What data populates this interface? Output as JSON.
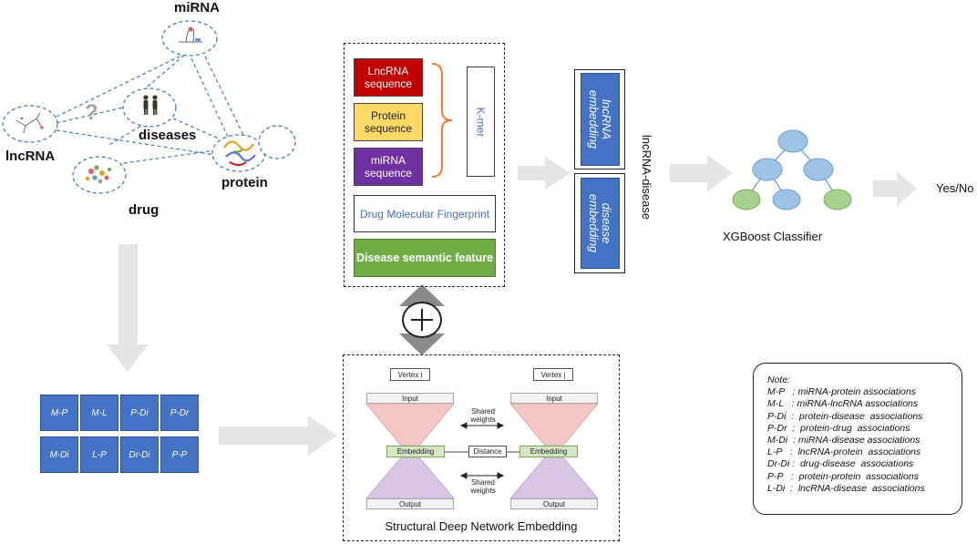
{
  "network": {
    "mirna": "miRNA",
    "lncrna": "lncRNA",
    "diseases": "diseases",
    "protein": "protein",
    "drug": "drug",
    "question": "?"
  },
  "features": {
    "lncrna_seq": "LncRNA sequence",
    "protein_seq": "Protein sequence",
    "mirna_seq": "miRNA sequence",
    "kmer": "K-mer",
    "drug_fp": "Drug Molecular Fingerprint",
    "disease_sem": "Disease semantic feature"
  },
  "embeddings": {
    "lncrna": "lncRNA embedding",
    "disease": "disease embedding",
    "pair_label": "lncRNA-disease"
  },
  "classifier": {
    "label": "XGBoost Classifier",
    "output": "Yes/No"
  },
  "tiles": [
    "M-P",
    "M-L",
    "P-Di",
    "P-Dr",
    "M-Di",
    "L-P",
    "Dr-Di",
    "P-P"
  ],
  "sdne": {
    "vertex_i": "Vertex i",
    "vertex_j": "Vertex j",
    "input": "Input",
    "embedding": "Embedding",
    "output": "Output",
    "distance": "Distance",
    "shared_weights": "Shared weights",
    "title": "Structural Deep Network Embedding"
  },
  "note": {
    "title": "Note:",
    "lines": [
      "M-P   : miRNA-protein associations",
      "M-L   : miRNA-lncRNA associations",
      "P-Di  :  protein-disease  associations",
      "P-Dr  :  protein-drug  associations",
      "M-Di  : miRNA-disease associations",
      "L-P   :  lncRNA-protein  associations",
      "Dr-Di :  drug-disease  associations",
      "P-P   :  protein-protein  associations",
      "L-Di  :  lncRNA-disease  associations"
    ]
  },
  "colors": {
    "lncrna_box": "#c00000",
    "protein_box": "#ffd966",
    "mirna_box": "#7030a0",
    "disease_box": "#70ad47",
    "embedding_blue": "#4472c4",
    "tree_node": "#9dc3e6",
    "leaf_node": "#a9d18e",
    "arrow_gray": "#e5e5e5",
    "kmer_text": "#4472c4"
  }
}
